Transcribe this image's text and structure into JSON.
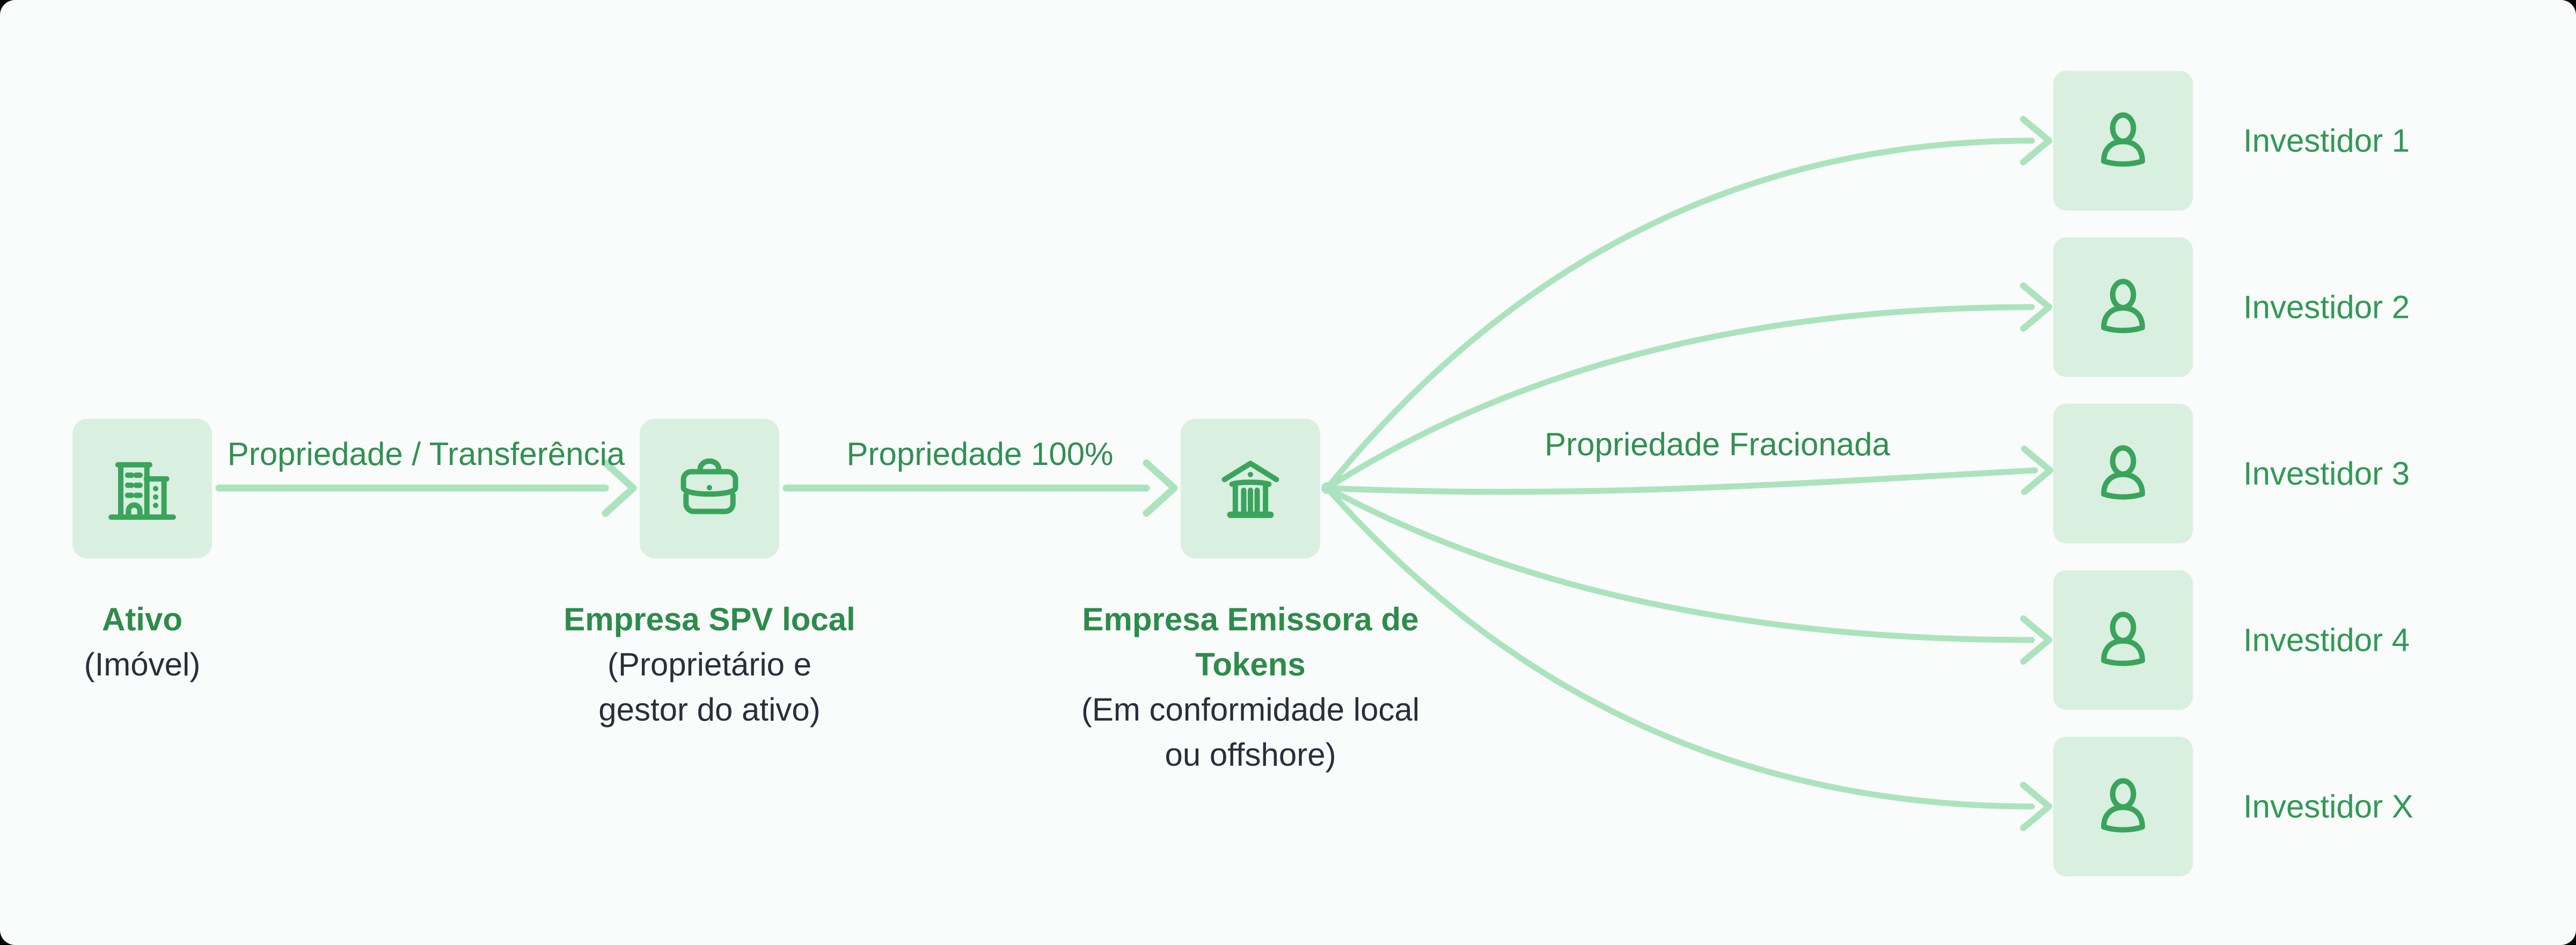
{
  "palette": {
    "background": "#fafbfb",
    "box_fill": "#d9efe0",
    "icon_stroke": "#3aa45c",
    "title_green": "#2c8c4a",
    "label_green": "#2f9151",
    "investor_green": "#2f9a55",
    "dark_text": "#272f3a",
    "arrow_green": "#abe3bd"
  },
  "nodes": {
    "ativo": {
      "title": "Ativo",
      "sub1": "(Imóvel)",
      "icon": "building-icon"
    },
    "spv": {
      "title": "Empresa SPV local",
      "sub1": "(Proprietário e",
      "sub2": "gestor do ativo)",
      "icon": "briefcase-icon"
    },
    "emissora": {
      "title1": "Empresa Emissora de",
      "title2": "Tokens",
      "sub1": "(Em conformidade local",
      "sub2": "ou offshore)",
      "icon": "bank-icon"
    }
  },
  "arrows": {
    "a1": "Propriedade / Transferência",
    "a2": "Propriedade 100%",
    "a3": "Propriedade Fracionada"
  },
  "investors": [
    {
      "label": "Investidor 1"
    },
    {
      "label": "Investidor 2"
    },
    {
      "label": "Investidor 3"
    },
    {
      "label": "Investidor 4"
    },
    {
      "label": "Investidor X"
    }
  ]
}
